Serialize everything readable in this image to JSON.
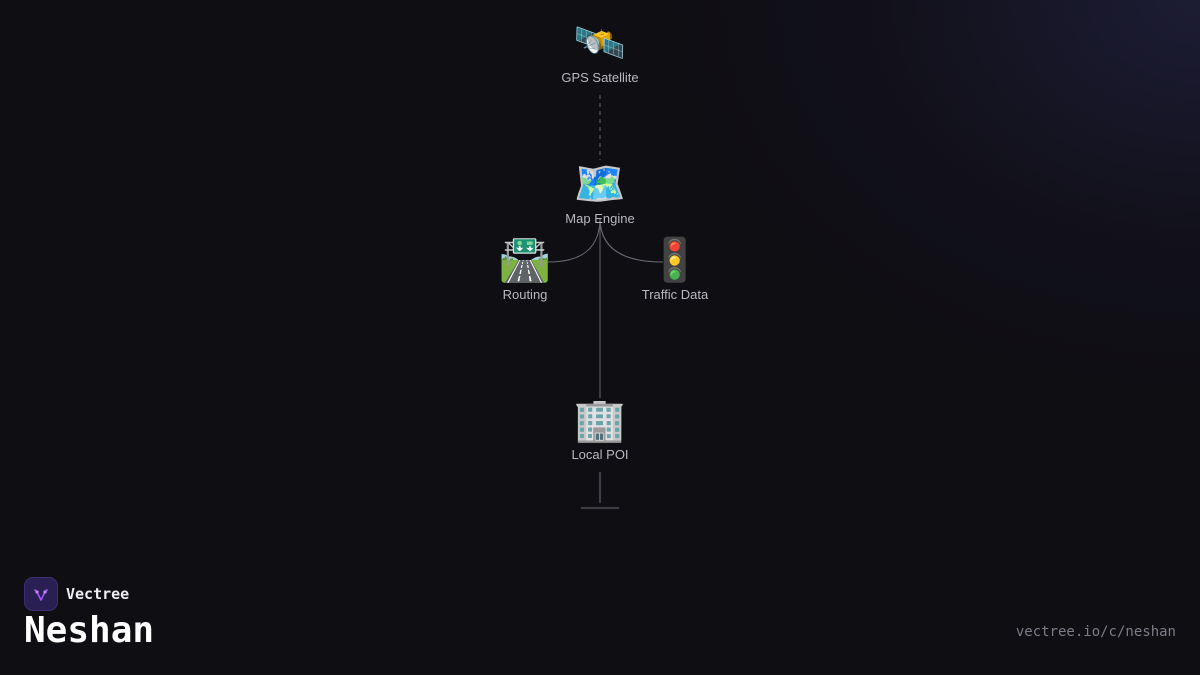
{
  "diagram": {
    "nodes": {
      "gps_satellite": {
        "icon": "🛰️",
        "icon_name": "satellite-icon",
        "label": "GPS Satellite"
      },
      "map_engine": {
        "icon": "🗺️",
        "icon_name": "world-map-icon",
        "label": "Map Engine"
      },
      "routing": {
        "icon": "🛣️",
        "icon_name": "motorway-icon",
        "label": "Routing"
      },
      "traffic_data": {
        "icon": "🚦",
        "icon_name": "traffic-light-icon",
        "label": "Traffic Data"
      },
      "local_poi": {
        "icon": "🏢",
        "icon_name": "office-building-icon",
        "label": "Local POI"
      }
    },
    "edges": [
      {
        "from": "gps_satellite",
        "to": "map_engine",
        "style": "dashed"
      },
      {
        "from": "map_engine",
        "to": "routing",
        "style": "solid"
      },
      {
        "from": "map_engine",
        "to": "traffic_data",
        "style": "solid"
      },
      {
        "from": "map_engine",
        "to": "local_poi",
        "style": "solid"
      }
    ]
  },
  "brand": {
    "name": "Vectree",
    "accent_color": "#a855f7"
  },
  "title": "Neshan",
  "url": "vectree.io/c/neshan"
}
